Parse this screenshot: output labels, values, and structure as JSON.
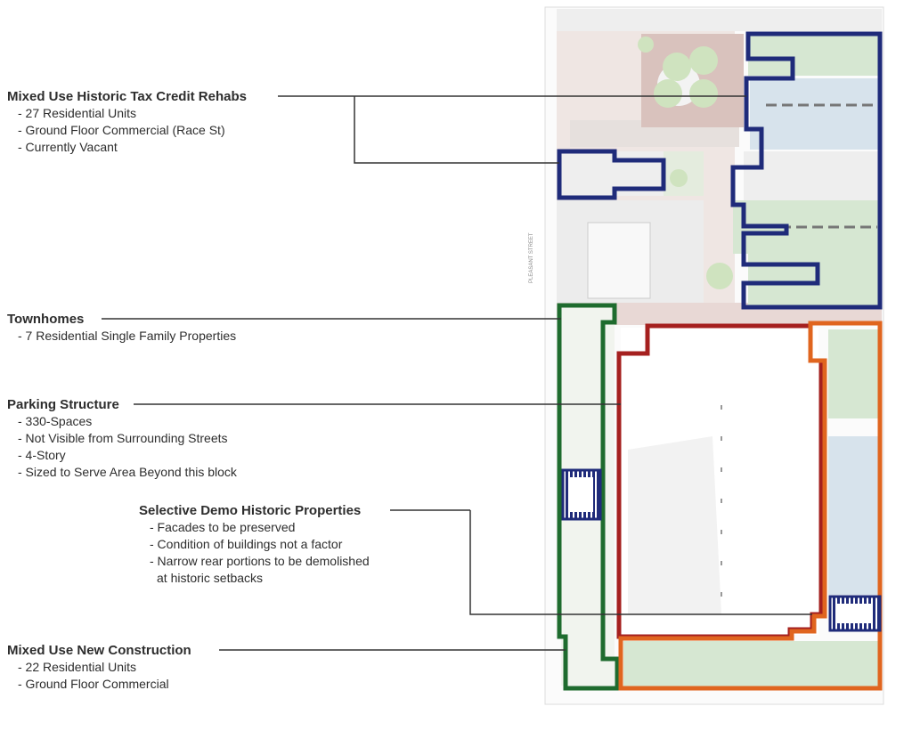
{
  "annotations": {
    "historic_rehabs": {
      "title": "Mixed Use Historic Tax Credit Rehabs",
      "items": [
        "- 27 Residential Units",
        "- Ground Floor Commercial (Race St)",
        "- Currently Vacant"
      ]
    },
    "townhomes": {
      "title": "Townhomes",
      "items": [
        "- 7 Residential Single Family Properties"
      ]
    },
    "parking": {
      "title": "Parking Structure",
      "items": [
        "- 330-Spaces",
        "- Not Visible from Surrounding Streets",
        "- 4-Story",
        "- Sized to Serve Area Beyond this block"
      ]
    },
    "selective_demo": {
      "title": "Selective Demo Historic Properties",
      "items": [
        "- Facades to be preserved",
        "- Condition of buildings not a factor",
        "- Narrow rear portions to be demolished"
      ],
      "continuation": "at historic setbacks"
    },
    "new_construction": {
      "title": "Mixed Use New Construction",
      "items": [
        "- 22 Residential Units",
        "- Ground Floor Commercial"
      ]
    }
  },
  "plan": {
    "street_label_west": "PLEASANT STREET",
    "colors": {
      "historic_rehab_outline": "#1f2b7a",
      "townhomes_outline": "#1e6b2e",
      "parking_outline": "#a5201f",
      "new_construction_outline": "#e0651f",
      "demo_hatch": "#1f2b7a",
      "leader_line": "#333333",
      "courtyard": "#d9c2bd",
      "building_green": "#d6e7d2",
      "building_blue": "#d7e3ec",
      "building_gray": "#e6e6e6"
    }
  }
}
